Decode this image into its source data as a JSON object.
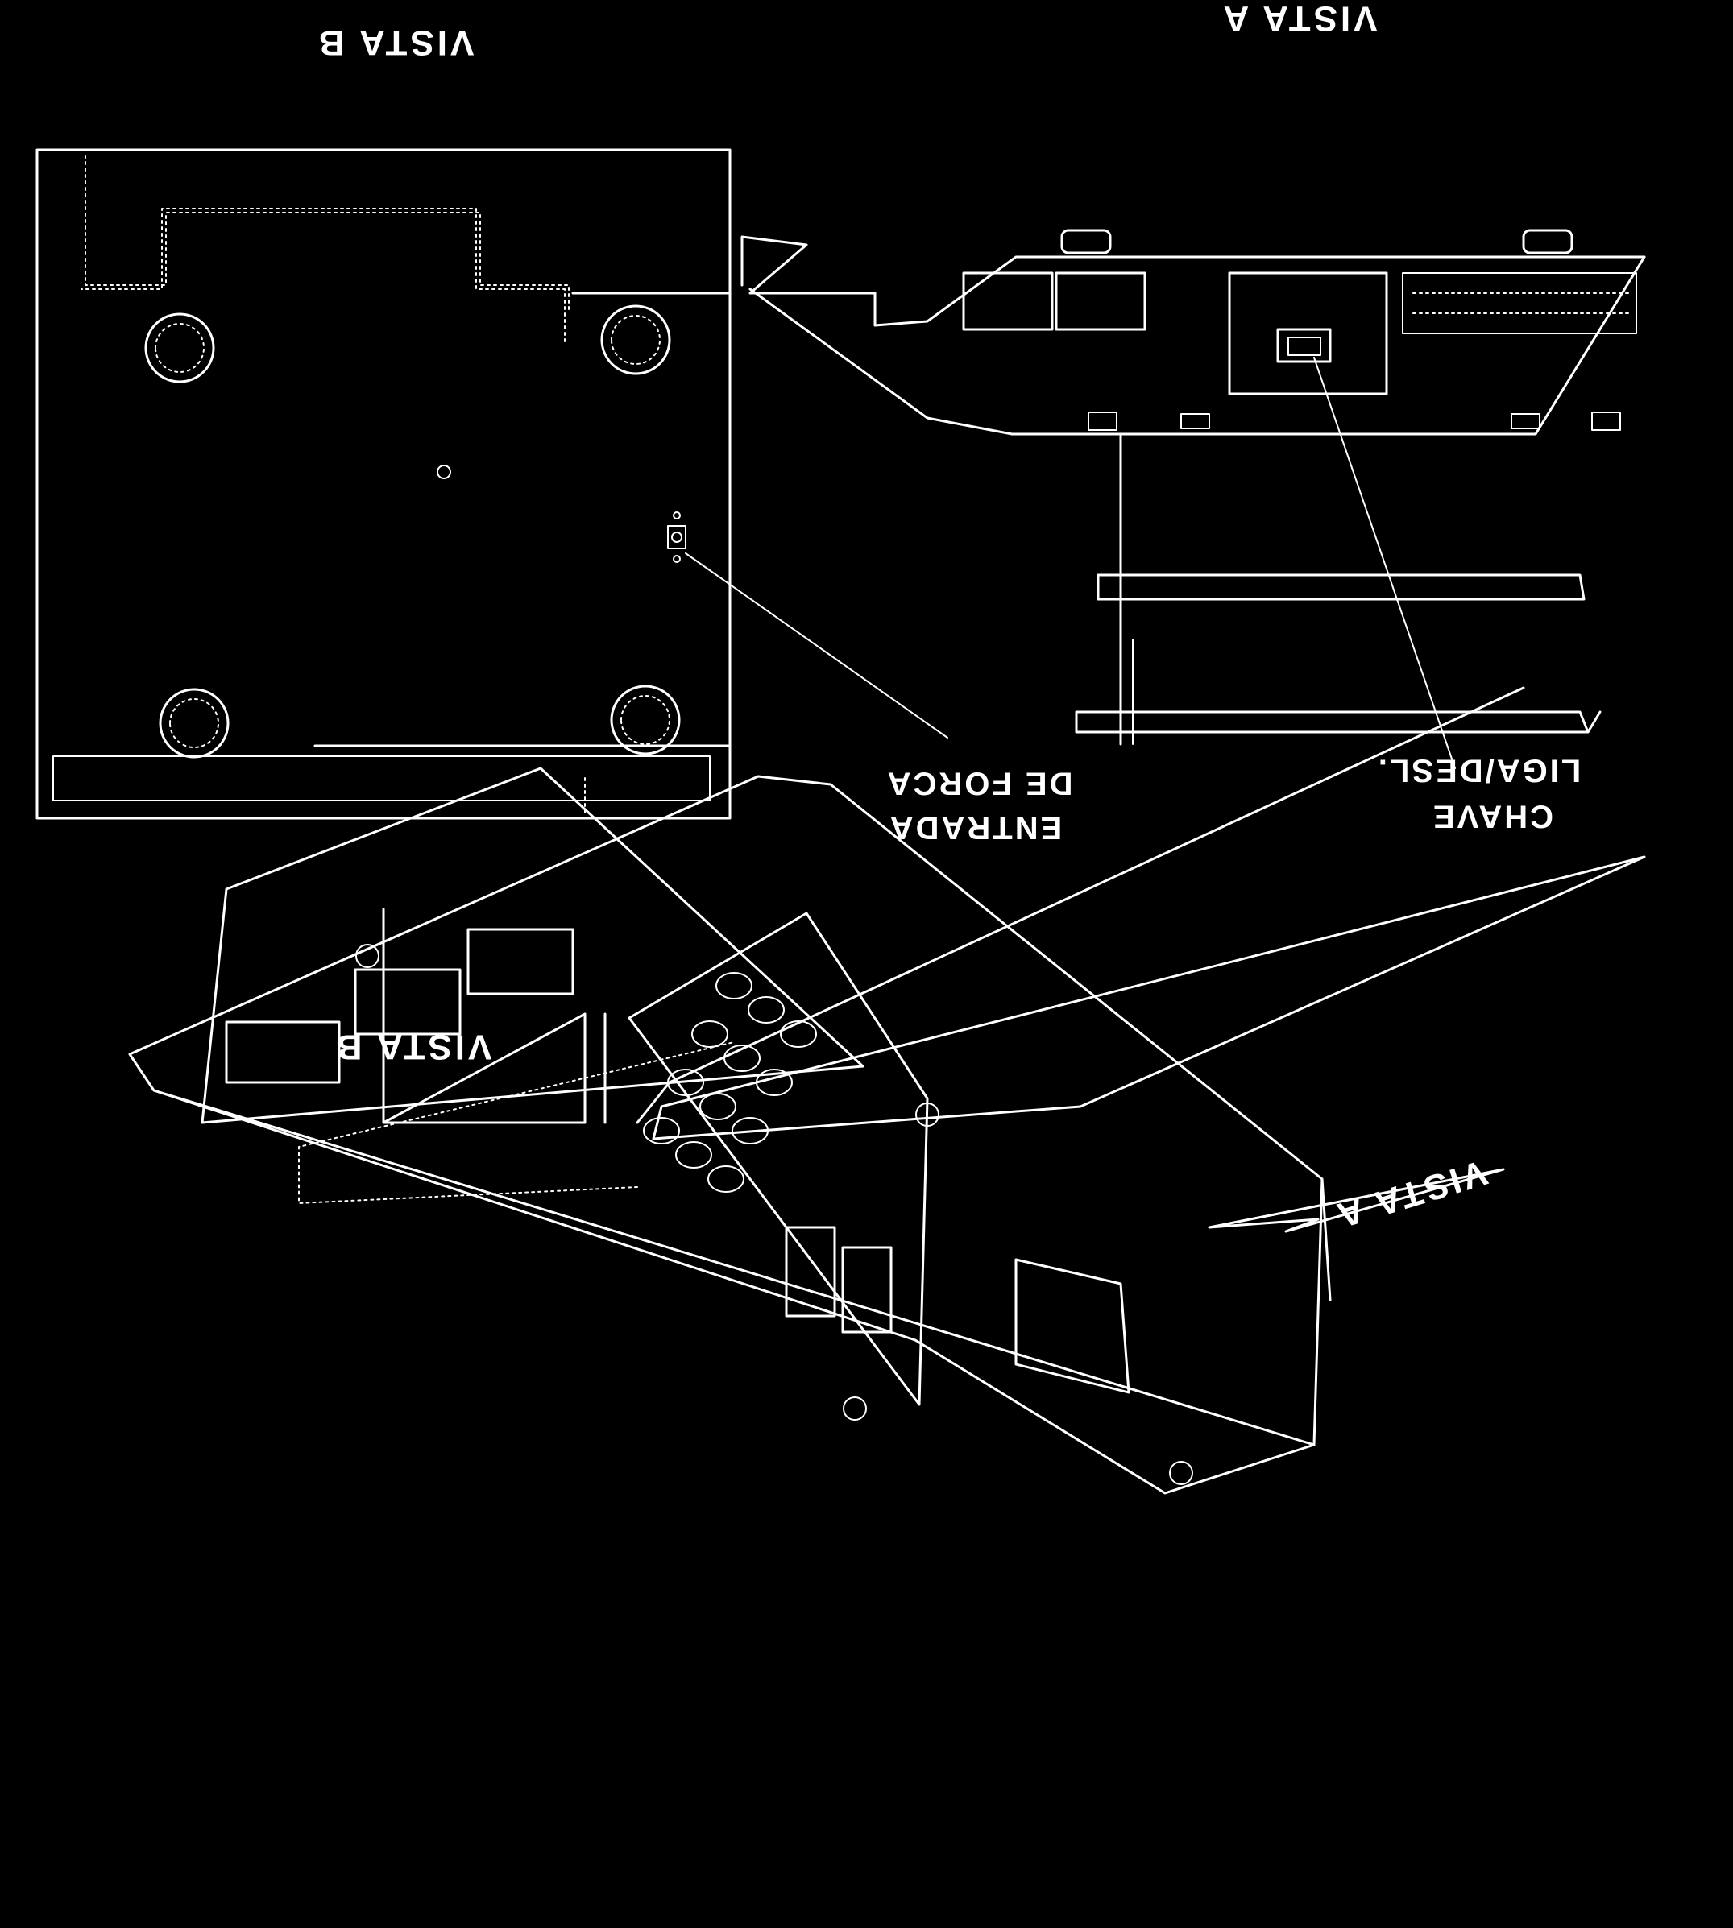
{
  "labels": {
    "view_a_top": "VISTA A",
    "view_b_top": "VISTA B",
    "view_b_marker": "VISTA B",
    "view_a_marker": "VISTA A",
    "power_input_line1": "ENTRADA",
    "power_input_line2": "DE FORCA",
    "switch_line1": "CHAVE",
    "switch_line2": "LIGA/DESL."
  },
  "colors": {
    "background": "#000000",
    "line": "#ffffff"
  }
}
